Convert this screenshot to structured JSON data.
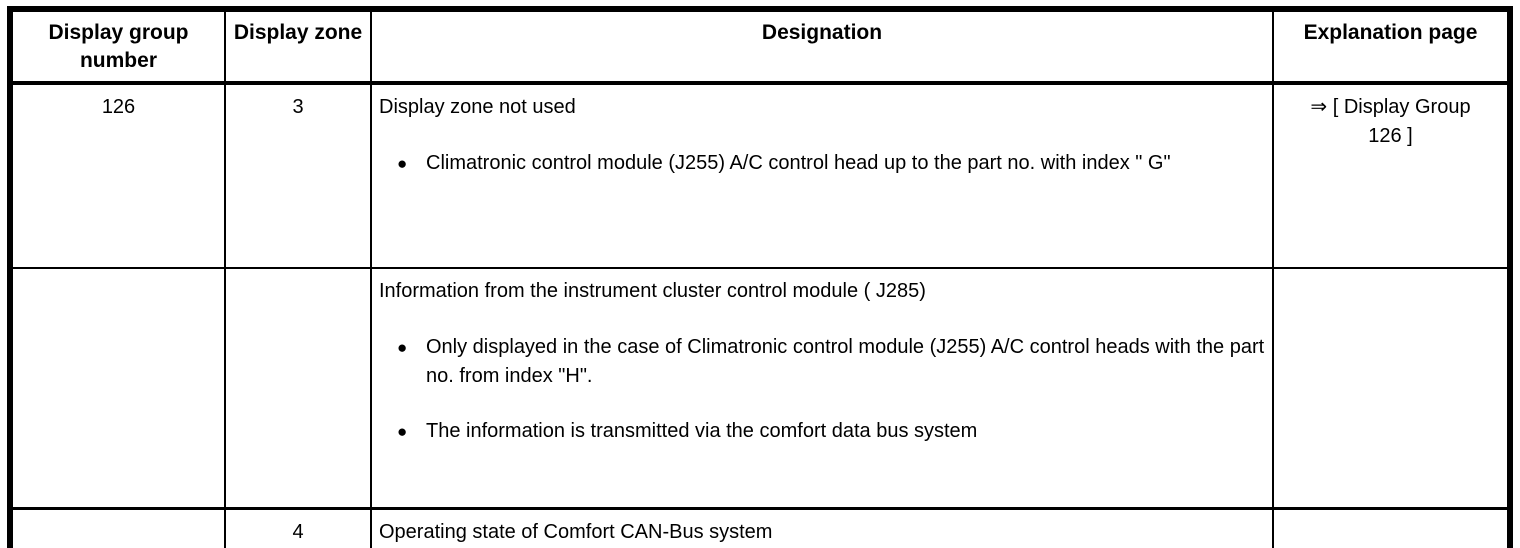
{
  "table": {
    "columns": [
      "Display group number",
      "Display zone",
      "Designation",
      "Explanation page"
    ],
    "rows": [
      {
        "display_group_number": "126",
        "display_zone": "3",
        "designation_title": "Display zone not used",
        "designation_bullets": [
          "Climatronic control module (J255) A/C control head up to the part no. with index \" G\""
        ],
        "explanation_page": "⇒ [ Display Group\n126 ]"
      },
      {
        "display_group_number": "",
        "display_zone": "",
        "designation_title": "Information from the instrument cluster control module ( J285)",
        "designation_bullets": [
          "Only displayed in the case of Climatronic control module (J255) A/C control heads with the part no. from index \"H\".",
          "The information is transmitted via the comfort data bus system"
        ],
        "explanation_page": ""
      },
      {
        "display_group_number": "",
        "display_zone": "4",
        "designation_title": "Operating state of Comfort CAN-Bus system",
        "designation_bullets": [],
        "explanation_page": ""
      }
    ]
  }
}
